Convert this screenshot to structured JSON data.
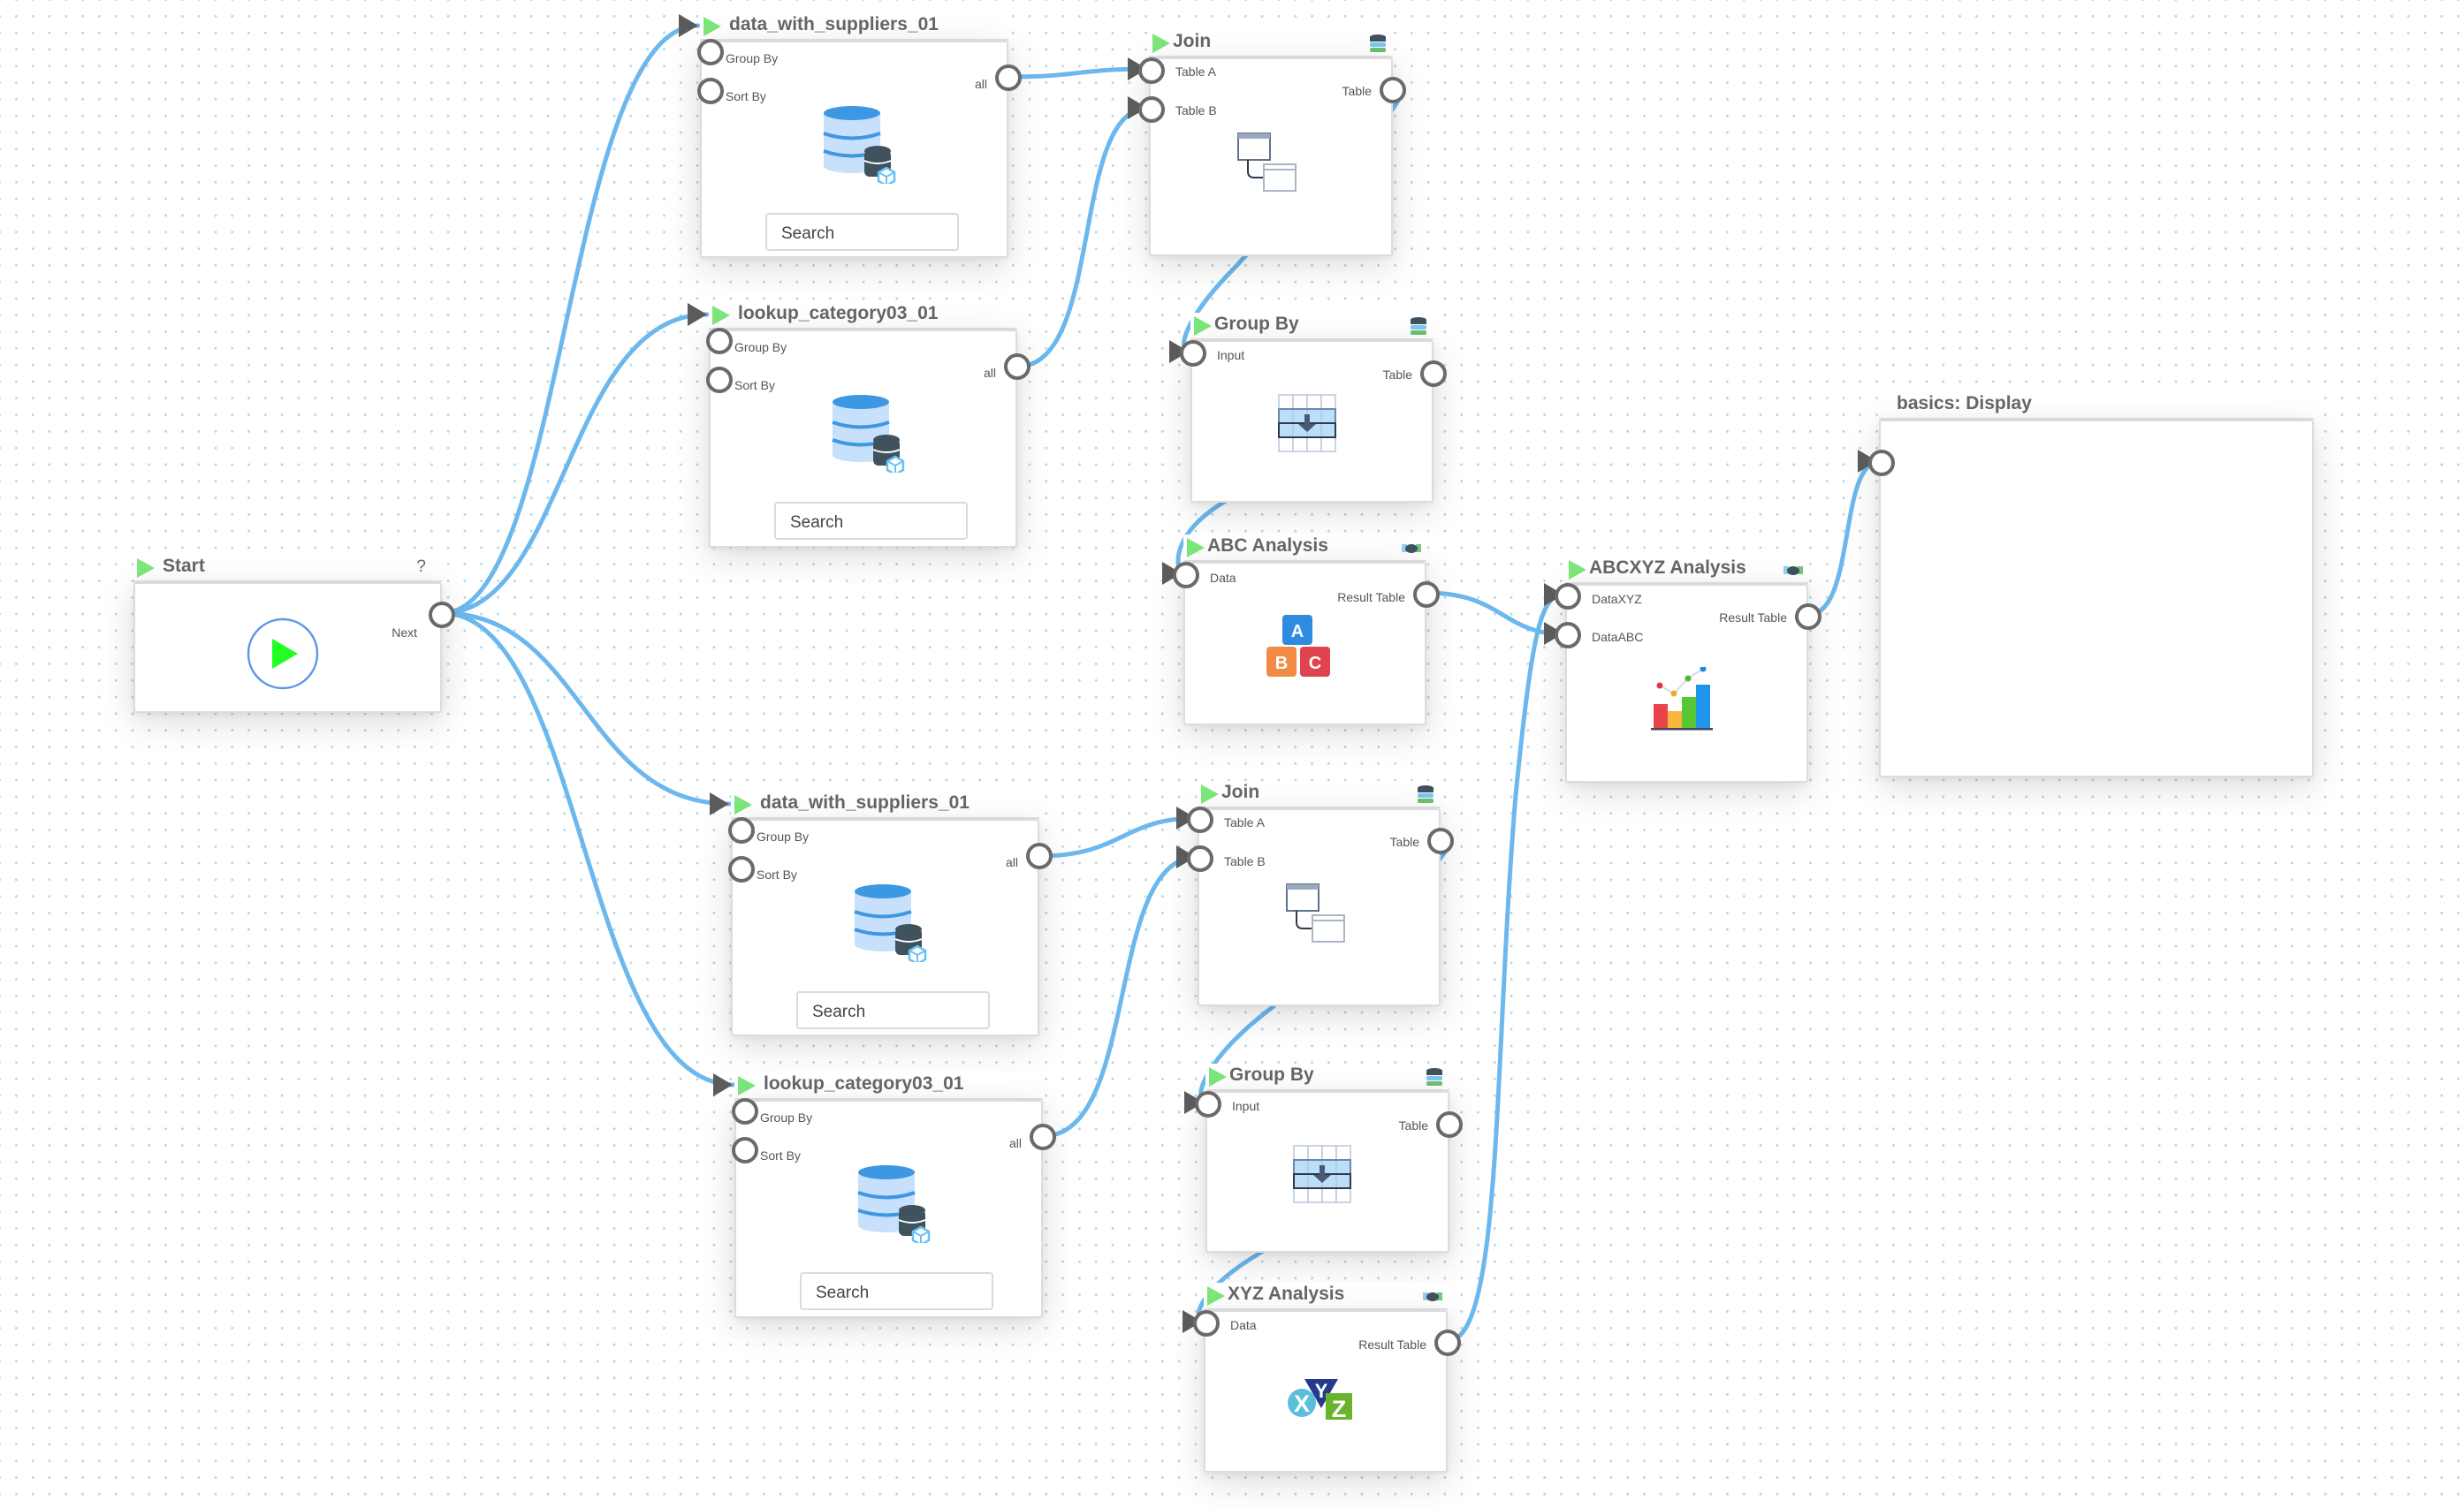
{
  "canvas": {
    "wire_color": "#6cb8ee",
    "run_triangle_color": "#7ce77a",
    "grid_dot_color": "#b9d6e2"
  },
  "nodes": {
    "start": {
      "title": "Start",
      "help": "?",
      "outputs": [
        "Next"
      ],
      "icon": "play-circle-icon"
    },
    "ds_top": {
      "title": "data_with_suppliers_01",
      "inputs": [
        "Group By",
        "Sort By"
      ],
      "outputs": [
        "all"
      ],
      "search_placeholder": "Search",
      "icon": "database-icon"
    },
    "lookup_top": {
      "title": "lookup_category03_01",
      "inputs": [
        "Group By",
        "Sort By"
      ],
      "outputs": [
        "all"
      ],
      "search_placeholder": "Search",
      "icon": "database-icon"
    },
    "join_top": {
      "title": "Join",
      "inputs": [
        "Table A",
        "Table B"
      ],
      "outputs": [
        "Table"
      ],
      "icon": "join-tables-icon",
      "header_icon": "data-stack-icon"
    },
    "groupby_top": {
      "title": "Group By",
      "inputs": [
        "Input"
      ],
      "outputs": [
        "Table"
      ],
      "icon": "group-by-grid-icon",
      "header_icon": "data-stack-icon"
    },
    "abc": {
      "title": "ABC Analysis",
      "inputs": [
        "Data"
      ],
      "outputs": [
        "Result Table"
      ],
      "icon": "abc-blocks-icon",
      "header_icon": "handshake-icon",
      "blocks": [
        "A",
        "B",
        "C"
      ]
    },
    "abcxyz": {
      "title": "ABCXYZ Analysis",
      "inputs": [
        "DataXYZ",
        "DataABC"
      ],
      "outputs": [
        "Result Table"
      ],
      "icon": "bar-chart-icon",
      "header_icon": "handshake-icon"
    },
    "display": {
      "title": "basics:  Display",
      "inputs": [
        ""
      ]
    },
    "ds_bottom": {
      "title": "data_with_suppliers_01",
      "inputs": [
        "Group By",
        "Sort By"
      ],
      "outputs": [
        "all"
      ],
      "search_placeholder": "Search",
      "icon": "database-icon"
    },
    "lookup_bottom": {
      "title": "lookup_category03_01",
      "inputs": [
        "Group By",
        "Sort By"
      ],
      "outputs": [
        "all"
      ],
      "search_placeholder": "Search",
      "icon": "database-icon"
    },
    "join_bottom": {
      "title": "Join",
      "inputs": [
        "Table A",
        "Table B"
      ],
      "outputs": [
        "Table"
      ],
      "icon": "join-tables-icon",
      "header_icon": "data-stack-icon"
    },
    "groupby_bottom": {
      "title": "Group By",
      "inputs": [
        "Input"
      ],
      "outputs": [
        "Table"
      ],
      "icon": "group-by-grid-icon",
      "header_icon": "data-stack-icon"
    },
    "xyz": {
      "title": "XYZ Analysis",
      "inputs": [
        "Data"
      ],
      "outputs": [
        "Result Table"
      ],
      "icon": "xyz-logo-icon",
      "header_icon": "handshake-icon",
      "letters": [
        "X",
        "Y",
        "Z"
      ]
    }
  },
  "connections": [
    {
      "from": "start.Next",
      "to": "ds_top.run"
    },
    {
      "from": "start.Next",
      "to": "lookup_top.run"
    },
    {
      "from": "start.Next",
      "to": "ds_bottom.run"
    },
    {
      "from": "start.Next",
      "to": "lookup_bottom.run"
    },
    {
      "from": "ds_top.all",
      "to": "join_top.Table A"
    },
    {
      "from": "lookup_top.all",
      "to": "join_top.Table B"
    },
    {
      "from": "join_top.Table",
      "to": "groupby_top.Input"
    },
    {
      "from": "groupby_top.Table",
      "to": "abc.Data"
    },
    {
      "from": "abc.Result Table",
      "to": "abcxyz.DataABC"
    },
    {
      "from": "ds_bottom.all",
      "to": "join_bottom.Table A"
    },
    {
      "from": "lookup_bottom.all",
      "to": "join_bottom.Table B"
    },
    {
      "from": "join_bottom.Table",
      "to": "groupby_bottom.Input"
    },
    {
      "from": "groupby_bottom.Table",
      "to": "xyz.Data"
    },
    {
      "from": "xyz.Result Table",
      "to": "abcxyz.DataXYZ"
    },
    {
      "from": "abcxyz.Result Table",
      "to": "display.input"
    }
  ]
}
